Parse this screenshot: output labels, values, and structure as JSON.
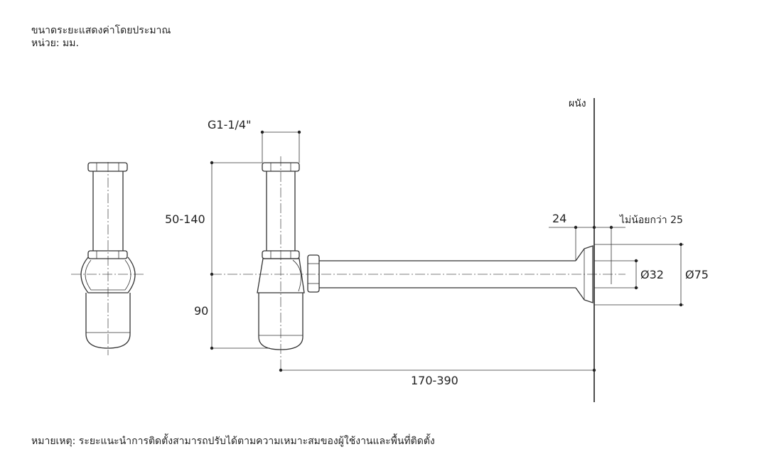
{
  "notes": {
    "scale_note": "ขนาดระยะแสดงค่าโดยประมาณ",
    "unit_note": "หน่วย: มม.",
    "footer_note": "หมายเหตุ: ระยะแนะนำการติดตั้งสามารถปรับได้ตามความเหมาะสมของผู้ใช้งานและพื้นที่ติดตั้ง"
  },
  "labels": {
    "wall": "ผนัง",
    "thread": "G1-1/4\"",
    "height_range": "50-140",
    "depth": "90",
    "length_range": "170-390",
    "flange_thickness": "24",
    "min_distance": "ไม่น้อยกว่า 25",
    "pipe_diameter": "Ø32",
    "flange_diameter": "Ø75"
  }
}
